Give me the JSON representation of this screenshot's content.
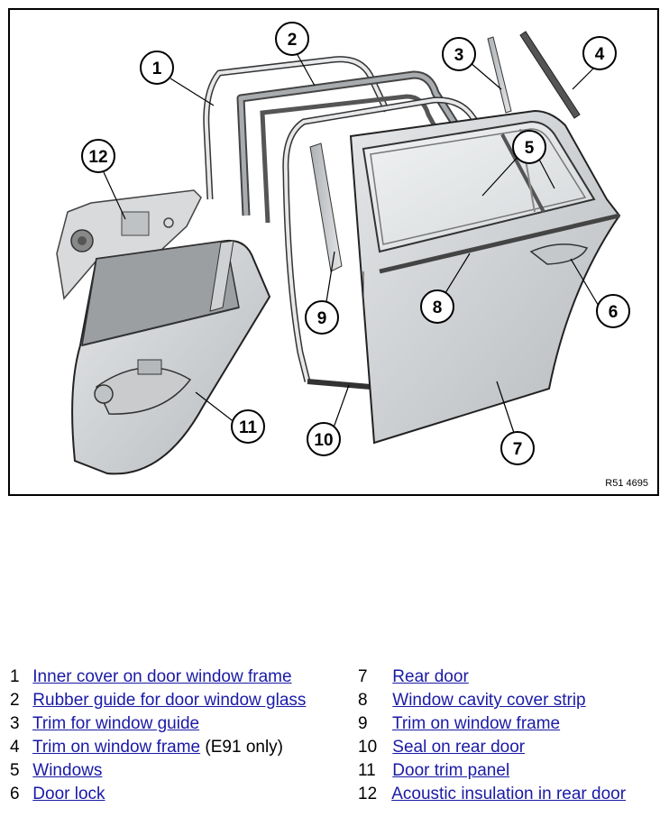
{
  "diagram": {
    "reference_code": "R51 4695",
    "callouts": [
      "1",
      "2",
      "3",
      "4",
      "5",
      "6",
      "7",
      "8",
      "9",
      "10",
      "11",
      "12"
    ]
  },
  "legend": {
    "left": [
      {
        "num": "1",
        "label": "Inner cover on door window frame",
        "suffix": ""
      },
      {
        "num": "2",
        "label": "Rubber guide for door window glass",
        "suffix": ""
      },
      {
        "num": "3",
        "label": "Trim for window guide",
        "suffix": ""
      },
      {
        "num": "4",
        "label": "Trim on window frame",
        "suffix": " (E91 only)"
      },
      {
        "num": "5",
        "label": "Windows",
        "suffix": ""
      },
      {
        "num": "6",
        "label": "Door lock",
        "suffix": ""
      }
    ],
    "right": [
      {
        "num": "7",
        "label": "Rear door",
        "suffix": ""
      },
      {
        "num": "8",
        "label": "Window cavity cover strip",
        "suffix": ""
      },
      {
        "num": "9",
        "label": "Trim on window frame",
        "suffix": ""
      },
      {
        "num": "10",
        "label": "Seal on rear door",
        "suffix": ""
      },
      {
        "num": "11",
        "label": "Door trim panel",
        "suffix": ""
      },
      {
        "num": "12",
        "label": "Acoustic insulation in rear door",
        "suffix": ""
      }
    ]
  },
  "colors": {
    "link": "#1a1aa6",
    "part_fill": "#d2d4d6",
    "part_stroke": "#222222"
  }
}
